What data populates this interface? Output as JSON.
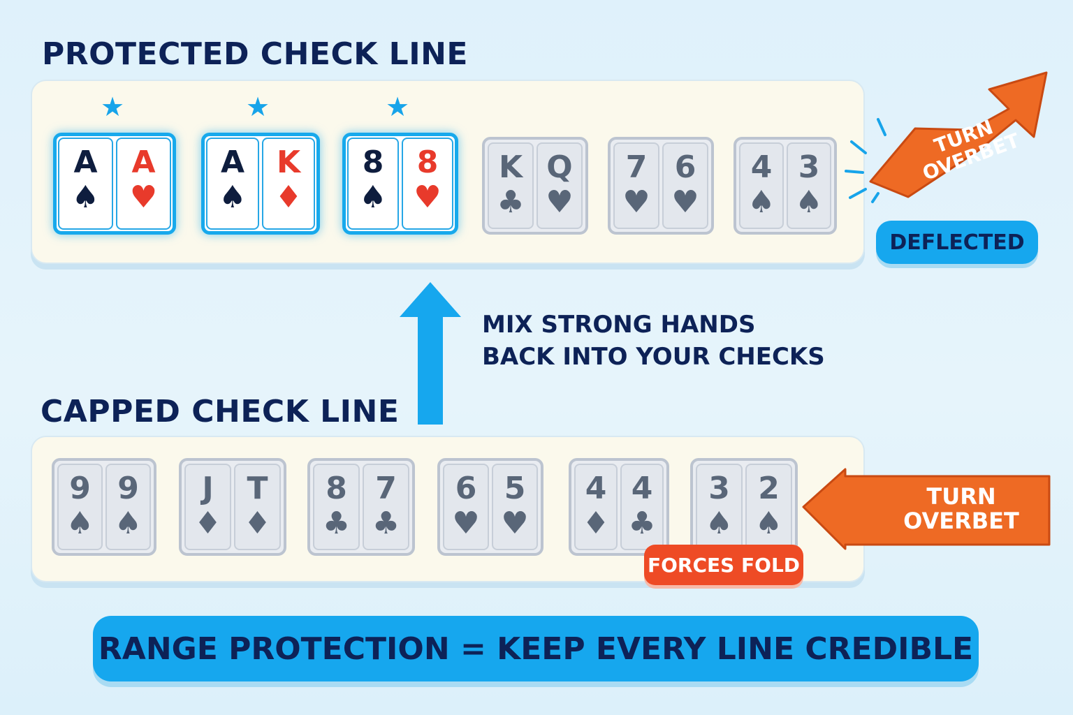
{
  "protected": {
    "title": "PROTECTED CHECK LINE",
    "hands": [
      {
        "cards": [
          {
            "rank": "A",
            "suit": "♠",
            "color": "black"
          },
          {
            "rank": "A",
            "suit": "♥",
            "color": "red"
          }
        ],
        "highlighted": true
      },
      {
        "cards": [
          {
            "rank": "A",
            "suit": "♠",
            "color": "black"
          },
          {
            "rank": "K",
            "suit": "♦",
            "color": "red"
          }
        ],
        "highlighted": true
      },
      {
        "cards": [
          {
            "rank": "8",
            "suit": "♠",
            "color": "black"
          },
          {
            "rank": "8",
            "suit": "♥",
            "color": "red"
          }
        ],
        "highlighted": true
      },
      {
        "cards": [
          {
            "rank": "K",
            "suit": "♣",
            "color": "grey"
          },
          {
            "rank": "Q",
            "suit": "♥",
            "color": "grey"
          }
        ],
        "highlighted": false
      },
      {
        "cards": [
          {
            "rank": "7",
            "suit": "♥",
            "color": "grey"
          },
          {
            "rank": "6",
            "suit": "♥",
            "color": "grey"
          }
        ],
        "highlighted": false
      },
      {
        "cards": [
          {
            "rank": "4",
            "suit": "♠",
            "color": "grey"
          },
          {
            "rank": "3",
            "suit": "♠",
            "color": "grey"
          }
        ],
        "highlighted": false
      }
    ],
    "arrow_label": [
      "TURN",
      "OVERBET"
    ],
    "badge": "DEFLECTED"
  },
  "note": [
    "MIX STRONG HANDS",
    "BACK INTO YOUR CHECKS"
  ],
  "capped": {
    "title": "CAPPED CHECK LINE",
    "hands": [
      {
        "cards": [
          {
            "rank": "9",
            "suit": "♠",
            "color": "grey"
          },
          {
            "rank": "9",
            "suit": "♠",
            "color": "grey"
          }
        ],
        "highlighted": false
      },
      {
        "cards": [
          {
            "rank": "J",
            "suit": "♦",
            "color": "grey"
          },
          {
            "rank": "T",
            "suit": "♦",
            "color": "grey"
          }
        ],
        "highlighted": false
      },
      {
        "cards": [
          {
            "rank": "8",
            "suit": "♣",
            "color": "grey"
          },
          {
            "rank": "7",
            "suit": "♣",
            "color": "grey"
          }
        ],
        "highlighted": false
      },
      {
        "cards": [
          {
            "rank": "6",
            "suit": "♥",
            "color": "grey"
          },
          {
            "rank": "5",
            "suit": "♥",
            "color": "grey"
          }
        ],
        "highlighted": false
      },
      {
        "cards": [
          {
            "rank": "4",
            "suit": "♦",
            "color": "grey"
          },
          {
            "rank": "4",
            "suit": "♣",
            "color": "grey"
          }
        ],
        "highlighted": false
      },
      {
        "cards": [
          {
            "rank": "3",
            "suit": "♠",
            "color": "grey"
          },
          {
            "rank": "2",
            "suit": "♠",
            "color": "grey"
          }
        ],
        "highlighted": false
      }
    ],
    "arrow_label": [
      "TURN",
      "OVERBET"
    ],
    "badge": "FORCES FOLD"
  },
  "footer": "RANGE PROTECTION = KEEP EVERY LINE CREDIBLE",
  "colors": {
    "navy": "#0d2257",
    "accent_blue": "#16a7ee",
    "accent_orange": "#ee6a24",
    "alert_red": "#ee4b25",
    "panel": "#fbf9ec"
  },
  "icons": {
    "star": "star-icon",
    "up_arrow": "up-arrow-icon",
    "overbet_arrow": "overbet-arrow-icon"
  }
}
